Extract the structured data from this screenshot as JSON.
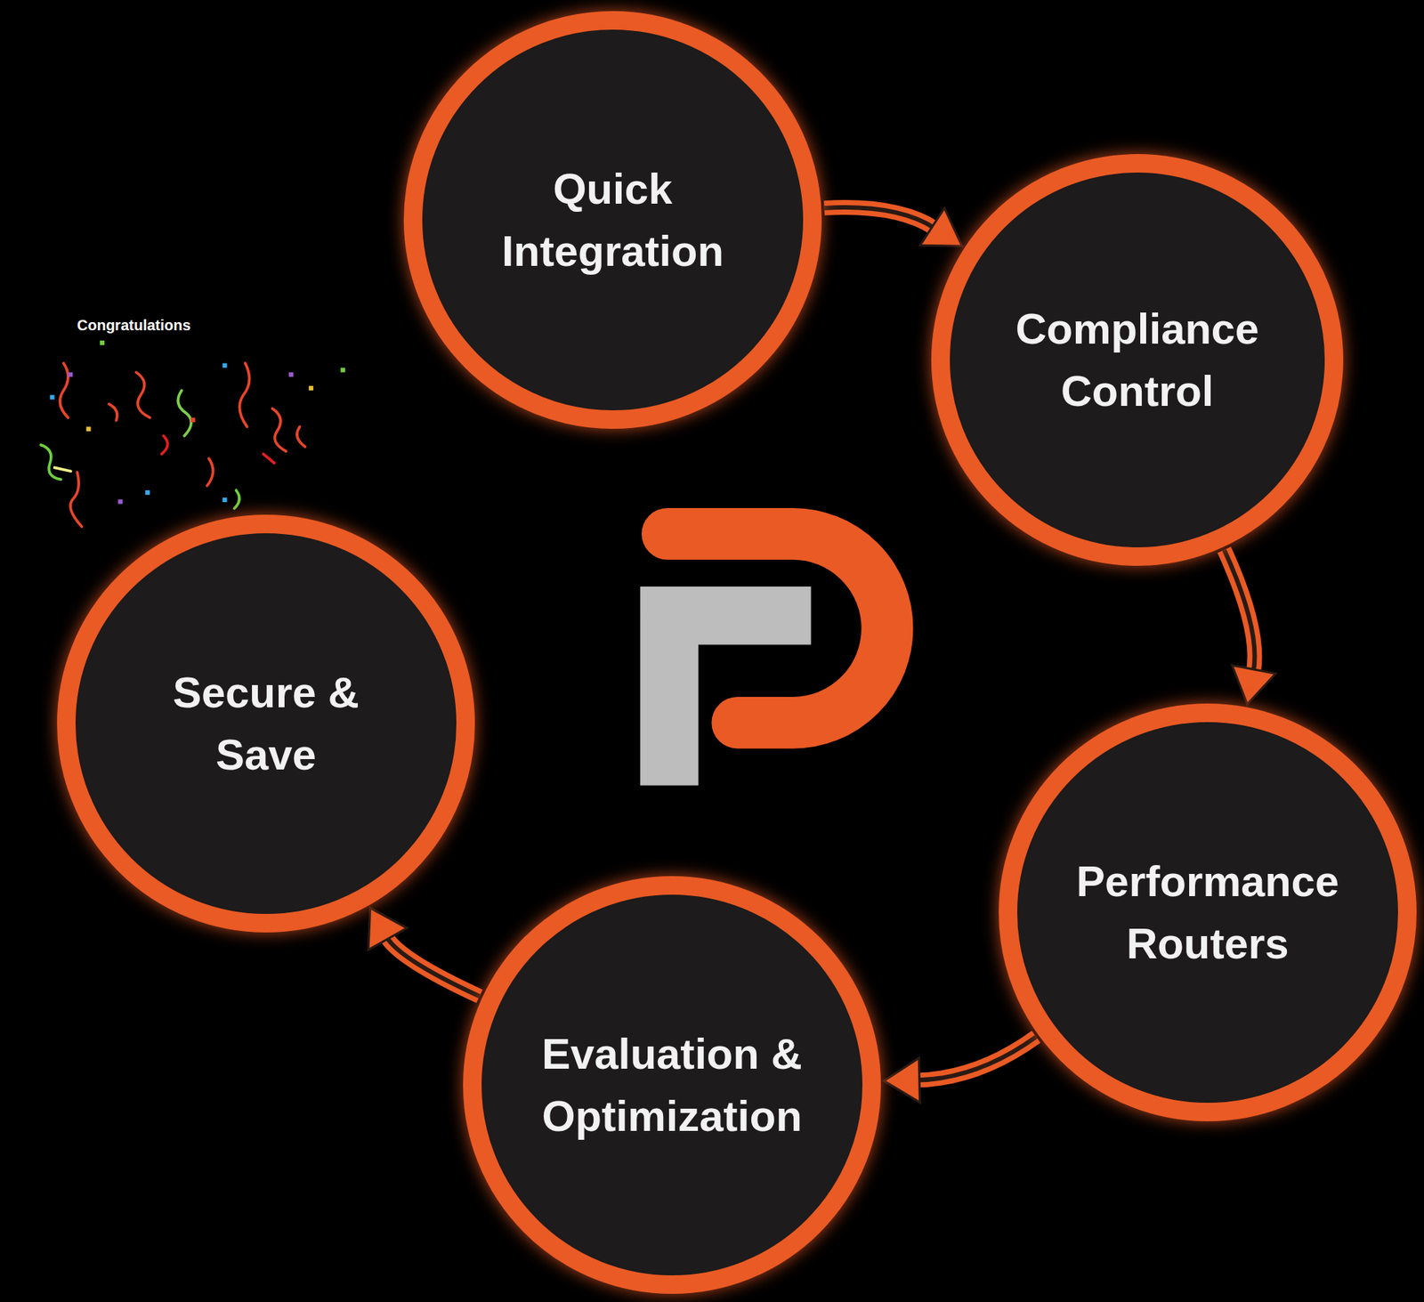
{
  "diagram": {
    "nodes": [
      {
        "text": [
          "Quick Integration"
        ]
      },
      {
        "text": [
          "Compliance Control"
        ]
      },
      {
        "text": [
          "Performance Routers"
        ]
      },
      {
        "text": [
          "Evaluation & Optimization"
        ]
      },
      {
        "text": [
          "Secure & Save"
        ]
      }
    ],
    "edges": [
      {
        "from": 0,
        "to": 1,
        "arrow": "to"
      },
      {
        "from": 1,
        "to": 2,
        "arrow": "to"
      },
      {
        "from": 2,
        "to": 3,
        "arrow": "to"
      },
      {
        "from": 3,
        "to": 4,
        "arrow": "to"
      }
    ],
    "labels": [
      "Congratulations"
    ]
  }
}
